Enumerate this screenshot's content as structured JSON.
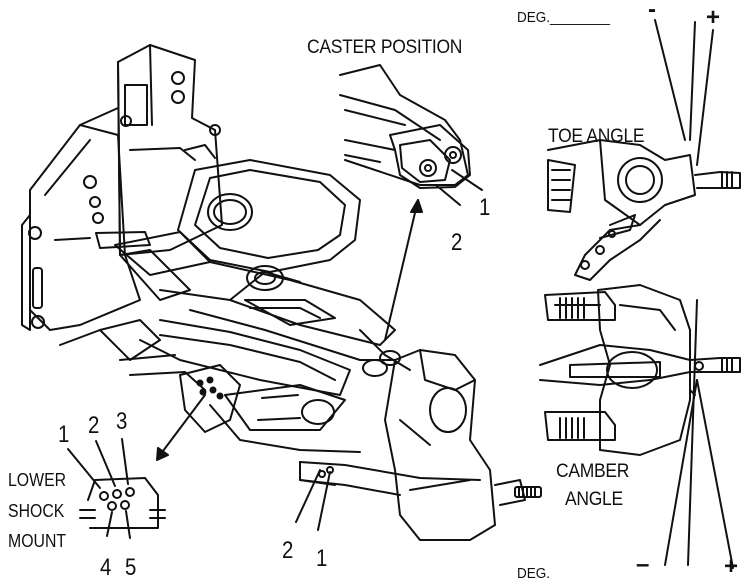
{
  "labels": {
    "caster_position": "CASTER POSITION",
    "toe_angle": "TOE ANGLE",
    "camber_line1": "CAMBER",
    "camber_line2": "ANGLE",
    "lower_shock_line1": "LOWER",
    "lower_shock_line2": "SHOCK",
    "lower_shock_line3": "MOUNT",
    "deg_top": "DEG.________",
    "deg_bottom": "DEG."
  },
  "caster_numbers": [
    "1",
    "2"
  ],
  "steering_arm_numbers": [
    "2",
    "1"
  ],
  "shock_mount_numbers": [
    "1",
    "2",
    "3",
    "4",
    "5"
  ],
  "signs": {
    "toe_minus": "-",
    "toe_plus": "+",
    "camber_minus": "–",
    "camber_plus": "+"
  },
  "colors": {
    "line": "#111111",
    "background": "#ffffff"
  }
}
